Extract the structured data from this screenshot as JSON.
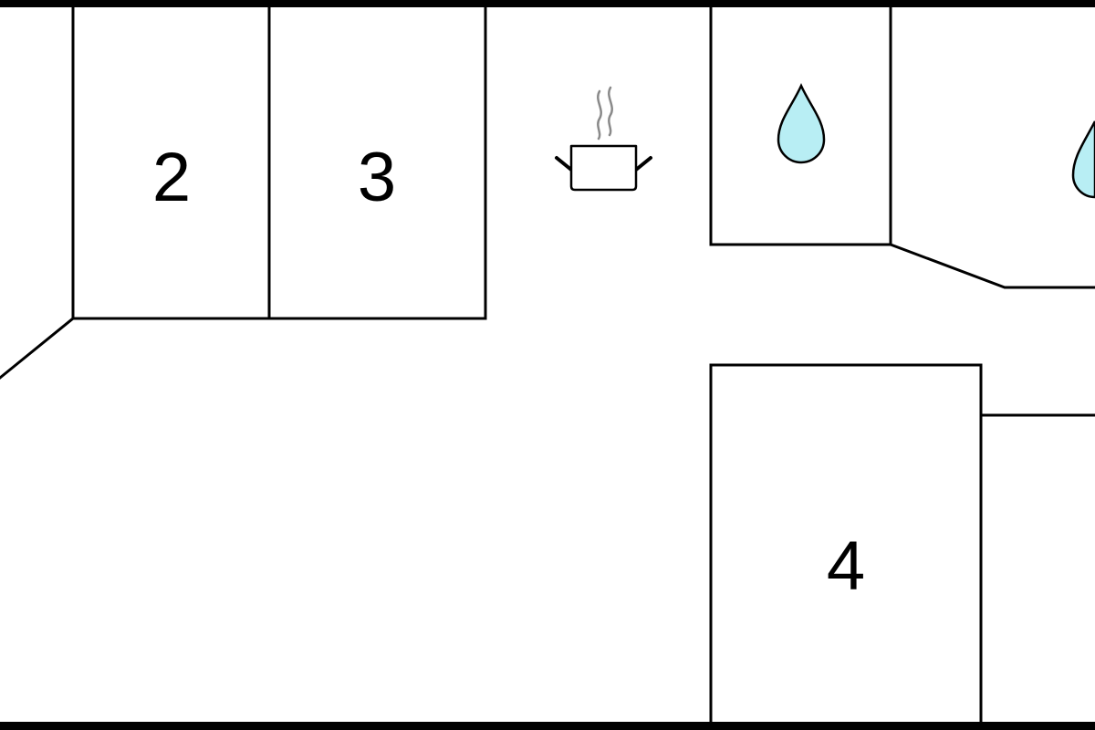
{
  "floorplan": {
    "rooms": [
      {
        "id": "room-2",
        "label": "2"
      },
      {
        "id": "room-3",
        "label": "3"
      },
      {
        "id": "room-4",
        "label": "4"
      }
    ],
    "icons": [
      {
        "id": "kitchen",
        "icon": "cooking-pot-icon"
      },
      {
        "id": "bathroom-1",
        "icon": "water-drop-icon"
      },
      {
        "id": "bathroom-2",
        "icon": "water-drop-icon"
      }
    ],
    "colors": {
      "wall": "#000000",
      "background": "#ffffff",
      "water_fill": "#b8eef4",
      "steam": "#8a8a8a"
    }
  }
}
